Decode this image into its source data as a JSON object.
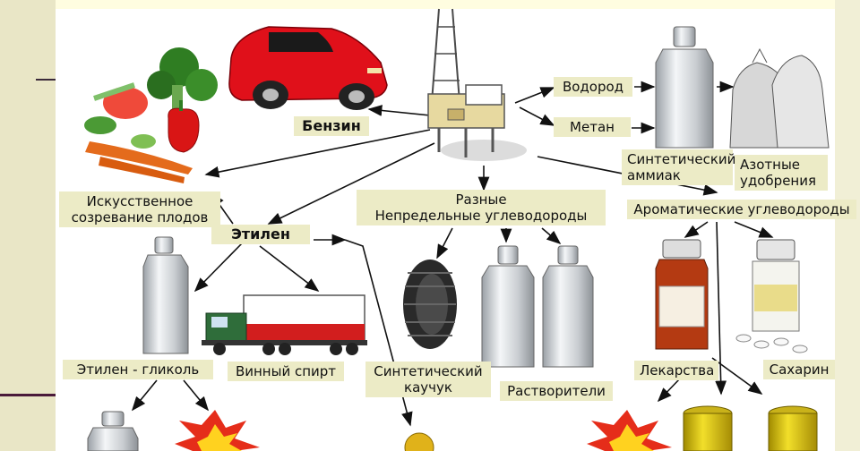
{
  "labels": {
    "benzin": "Бензин",
    "vodorod": "Водород",
    "metan": "Метан",
    "ammiak_line1": "Синтетический",
    "ammiak_line2": "аммиак",
    "udobrenia_line1": "Азотные",
    "udobrenia_line2": "удобрения",
    "sozrevanie_line1": "Искусственное",
    "sozrevanie_line2": "созревание плодов",
    "etilen": "Этилен",
    "raznye_line1": "Разные",
    "raznye_line2": "Непредельные углеводороды",
    "aromat": "Ароматические углеводороды",
    "glikol": "Этилен - гликоль",
    "spirt": "Винный спирт",
    "kauchuk_line1": "Синтетический",
    "kauchuk_line2": "каучук",
    "rastvoriteli": "Растворители",
    "lekarstva": "Лекарства",
    "saharin": "Сахарин"
  },
  "colors": {
    "label_bg": "#ecebc6",
    "slide_bg": "#e9e6c6",
    "car": "#e0101a",
    "arrow": "#111111"
  },
  "icons": [
    "oil-rig-icon",
    "car-icon",
    "vegetables-icon",
    "bottle-icon",
    "bag-icon",
    "truck-icon",
    "tire-icon",
    "medicine-jar-icon",
    "pill-jar-icon",
    "explosion-icon",
    "barrel-icon",
    "gear-icon"
  ]
}
